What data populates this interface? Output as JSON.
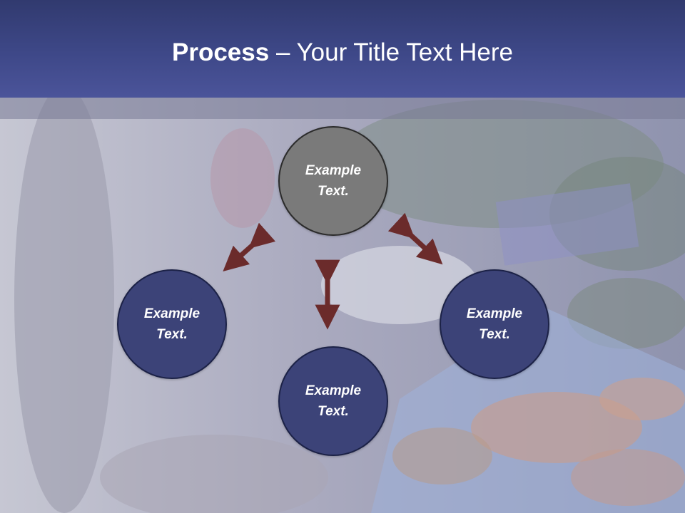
{
  "slide": {
    "title_bold": "Process",
    "title_rest": " – Your Title Text Here"
  },
  "nodes": {
    "top": "Example Text.",
    "left": "Example Text.",
    "right": "Example Text.",
    "bottom": "Example Text."
  },
  "colors": {
    "title_bar": "#3e4888",
    "center_node": "#7a7a7a",
    "outer_node": "#3c4378",
    "arrow": "#6b2b2b"
  }
}
